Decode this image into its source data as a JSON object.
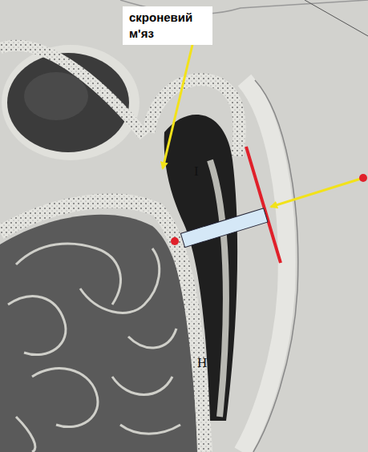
{
  "diagram": {
    "nodes": [
      {
        "text": [
          "скроневий м'яз"
        ]
      }
    ],
    "labels": [
      "I",
      "H"
    ]
  }
}
